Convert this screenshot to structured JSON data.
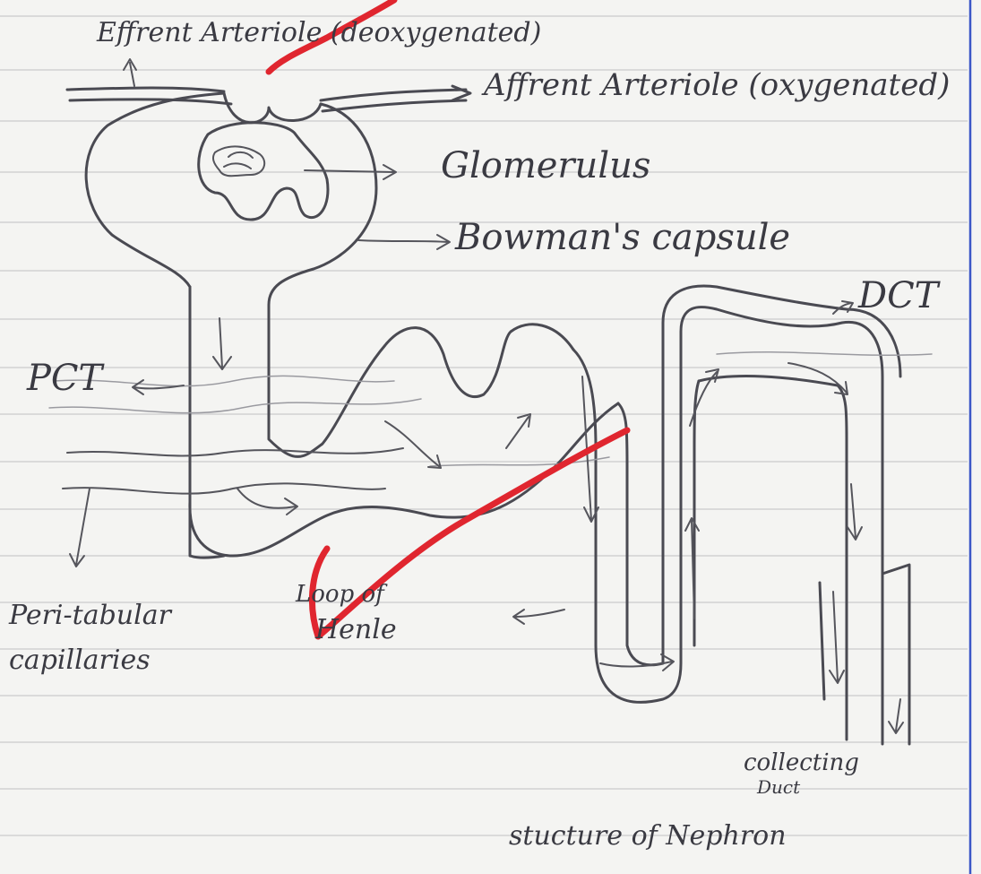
{
  "labels": {
    "efferent": "Effrent Arteriole (deoxygenated)",
    "afferent": "Affrent Arteriole (oxygenated)",
    "glomerulus": "Glomerulus",
    "bowman": "Bowman's capsule",
    "dct": "DCT",
    "pct": "PCT",
    "peritubular_1": "Peri-tabular",
    "peritubular_2": "capillaries",
    "loop_1": "Loop of",
    "loop_2": "Henle",
    "collecting_1": "collecting",
    "collecting_2": "Duct",
    "caption": "stucture of Nephron"
  },
  "colors": {
    "ink": "#4a4a52",
    "margin_line": "#3b57c7",
    "red_mark": "#e0262f",
    "paper": "#f4f4f2"
  }
}
